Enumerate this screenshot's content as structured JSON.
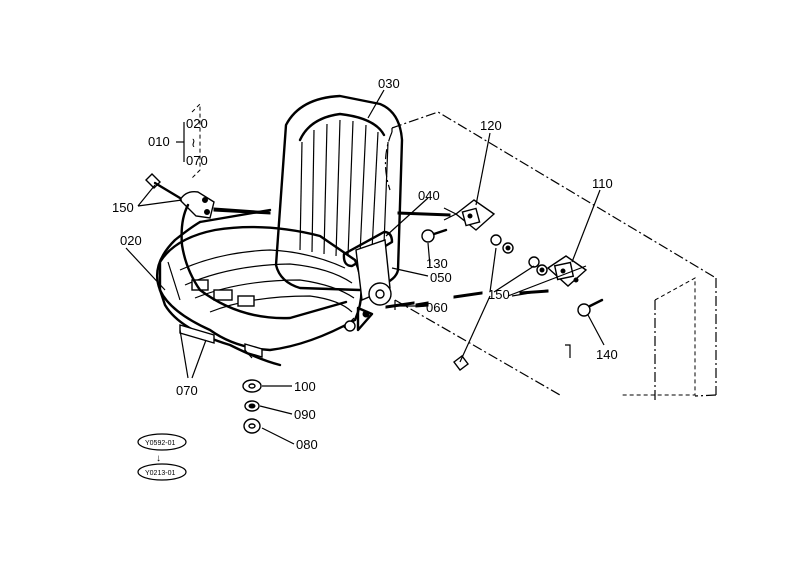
{
  "labels": {
    "p030": "030",
    "p010": "010",
    "p020a": "020",
    "p070a": "070",
    "range_sym": "≀",
    "p120": "120",
    "p110": "110",
    "p040": "040",
    "p150a": "150",
    "p020b": "020",
    "p130": "130",
    "p050": "050",
    "p150b": "150",
    "p060": "060",
    "p140": "140",
    "p070b": "070",
    "p100": "100",
    "p090": "090",
    "p080": "080"
  },
  "serials": {
    "from": "Y0592-01",
    "to": "Y0213-01",
    "arrow": "↓"
  }
}
